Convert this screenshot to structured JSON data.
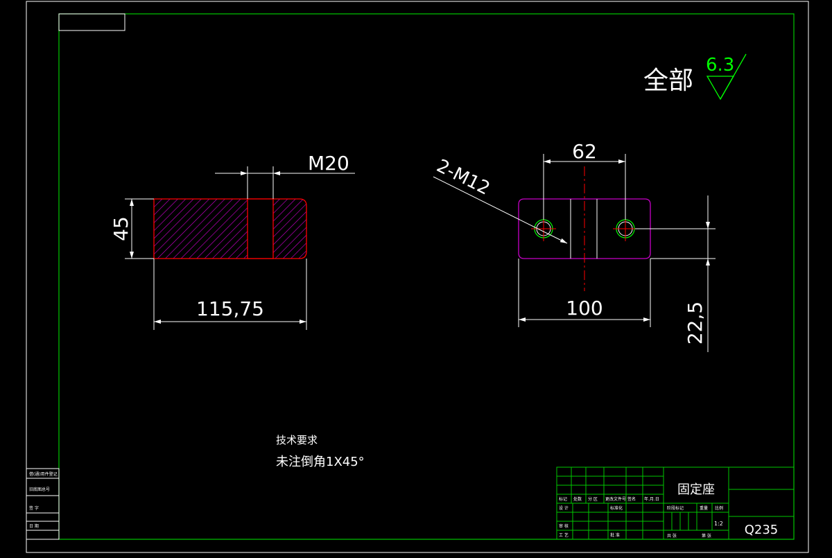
{
  "colors": {
    "background": "#000000",
    "frame": "#00c800",
    "object": "#ff0000",
    "dimension": "#ffffff",
    "outline_right": "#c800c8",
    "hatch": "#c800c8",
    "thread": "#00ff00"
  },
  "surface_finish": {
    "prefix": "全部",
    "value": "6.3"
  },
  "left_view": {
    "dims": {
      "thread": "M20",
      "height": "45",
      "length": "115,75"
    }
  },
  "right_view": {
    "dims": {
      "hole_spacing": "62",
      "holes": "2-M12",
      "width": "100",
      "offset": "22,5"
    }
  },
  "notes": {
    "heading": "技术要求",
    "line1": "未注倒角1X45°"
  },
  "title_block": {
    "part_name": "固定座",
    "material": "Q235",
    "scale": "1:2",
    "header_cells": [
      "标记",
      "处数",
      "分 区",
      "更改文件号",
      "签名",
      "年.月.日"
    ],
    "design_label": "设 计",
    "standardize_label": "标准化",
    "review_label": "审 核",
    "process_label": "工 艺",
    "approve_label": "批 准",
    "stage_label": "阶段标记",
    "weight_label": "重量",
    "ratio_label": "比例",
    "sheets_label": "共  张",
    "sheet_no_label": "第  张"
  },
  "side_strip": [
    "借(通)用件登记",
    "旧底图总号",
    "签 字",
    "日 期"
  ]
}
